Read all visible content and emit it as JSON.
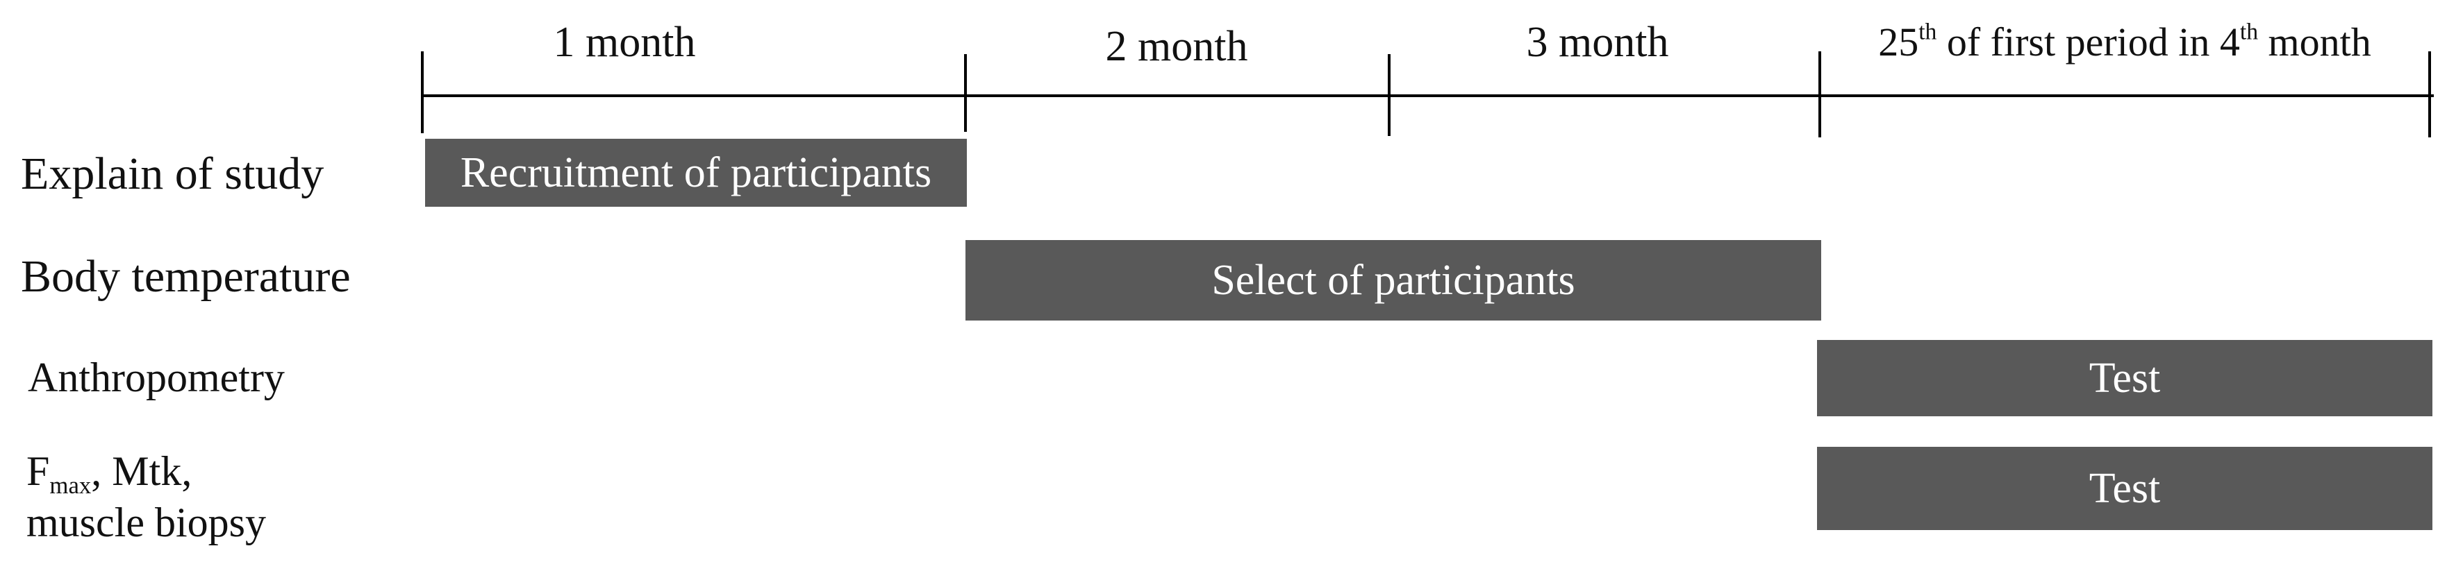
{
  "timeline": {
    "months": [
      {
        "label": "1 month"
      },
      {
        "label": "2 month"
      },
      {
        "label": "3 month"
      },
      {
        "prefix": "25",
        "prefix_sup": "th",
        "middle": " of first period in 4",
        "middle_sup": "th",
        "suffix": " month"
      }
    ]
  },
  "rows": [
    {
      "label": "Explain of study"
    },
    {
      "label": "Body temperature"
    },
    {
      "label": "Anthropometry"
    },
    {
      "label_main": "F",
      "label_sub": "max",
      "label_rest": ", Mtk,",
      "label_line2": "muscle biopsy"
    }
  ],
  "bars": [
    {
      "label": "Recruitment of participants"
    },
    {
      "label": "Select of participants"
    },
    {
      "label": "Test"
    },
    {
      "label": "Test"
    }
  ]
}
